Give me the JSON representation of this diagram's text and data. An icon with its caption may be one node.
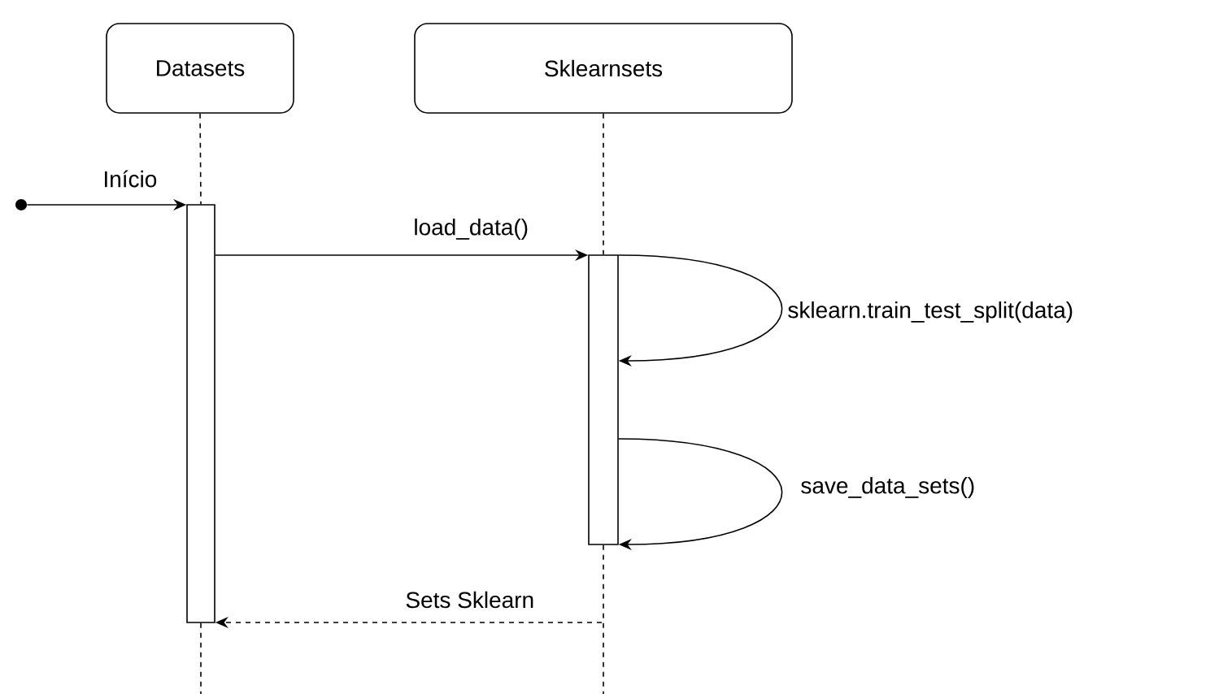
{
  "diagram": {
    "nodes": [
      {
        "text": [
          "Datasets"
        ]
      },
      {
        "text": [
          "Sklearnsets"
        ]
      },
      {
        "text": [],
        "shape": "circle"
      },
      {
        "text": [],
        "shape": "bar"
      },
      {
        "text": [],
        "shape": "bar"
      }
    ],
    "edges": [
      {
        "from": 0,
        "to": 3,
        "arrow": "none",
        "style": "dashed"
      },
      {
        "from": 1,
        "to": 4,
        "arrow": "none",
        "style": "dashed"
      },
      {
        "from": 2,
        "to": 3,
        "arrow": "to",
        "label": "Início"
      },
      {
        "from": 3,
        "to": 4,
        "arrow": "to",
        "label": "load_data()"
      },
      {
        "from": 4,
        "to": 4,
        "arrow": "to",
        "label": "sklearn.train_test_split(data)"
      },
      {
        "from": 4,
        "to": 4,
        "arrow": "to",
        "label": "save_data_sets()"
      },
      {
        "from": null,
        "to": 3,
        "arrow": "to",
        "label": "Sets Sklearn",
        "style": "dashed"
      }
    ]
  }
}
